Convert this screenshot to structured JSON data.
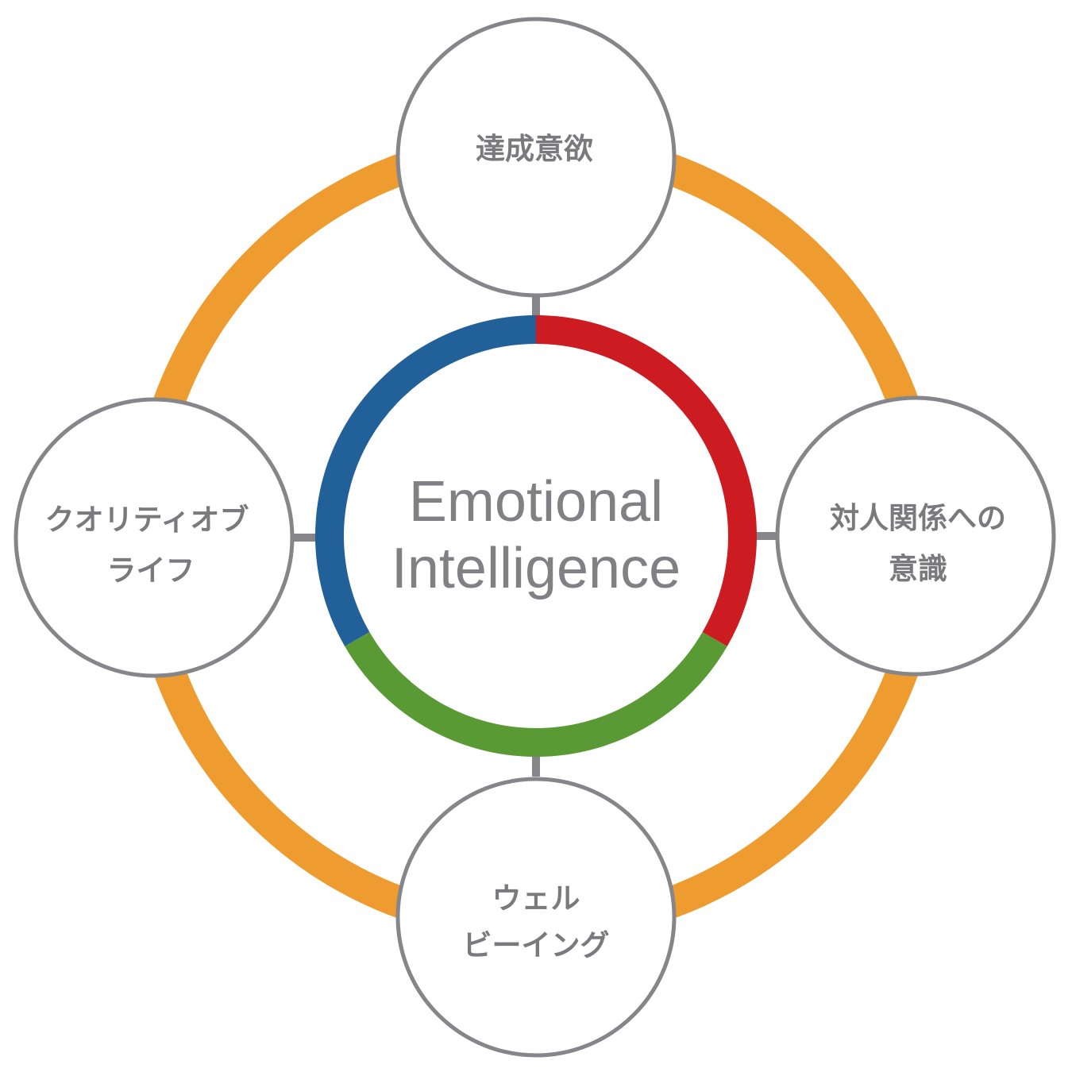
{
  "center": {
    "line1": "Emotional",
    "line2": "Intelligence"
  },
  "nodes": {
    "top": {
      "line1": "達成意欲"
    },
    "right": {
      "line1": "対人関係への",
      "line2": "意識"
    },
    "bottom": {
      "line1": "ウェル",
      "line2": "ビーイング"
    },
    "left": {
      "line1": "クオリティオブ",
      "line2": "ライフ"
    }
  },
  "colors": {
    "outer_ring": "#ee9c2f",
    "arc_blue": "#22609a",
    "arc_red": "#cd1c21",
    "arc_green": "#5a9a35",
    "node_border": "#86868a",
    "text": "#7a7a7e"
  }
}
